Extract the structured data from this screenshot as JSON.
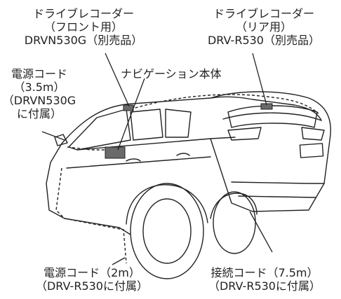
{
  "labels": {
    "front_recorder": {
      "line1": "ドライブレコーダー",
      "line2": "（フロント用）",
      "line3": "DRVN530G（別売品）"
    },
    "rear_recorder": {
      "line1": "ドライブレコーダー",
      "line2": "（リア用）",
      "line3": "DRV-R530（別売品）"
    },
    "power_cord_front": {
      "line1": "電源コード",
      "line2": "（3.5m）",
      "line3": "（DRVN530G",
      "line4": "に付属）"
    },
    "navigation_unit": "ナビゲーション本体",
    "power_cord_rear": {
      "line1": "電源コード（2m）",
      "line2": "（DRV-R530に付属）"
    },
    "connection_cord": {
      "line1": "接続コード（7.5m）",
      "line2": "（DRV-R530に付属）"
    }
  },
  "colors": {
    "line": "#222222",
    "unit_fill": "#6a6a6a"
  }
}
